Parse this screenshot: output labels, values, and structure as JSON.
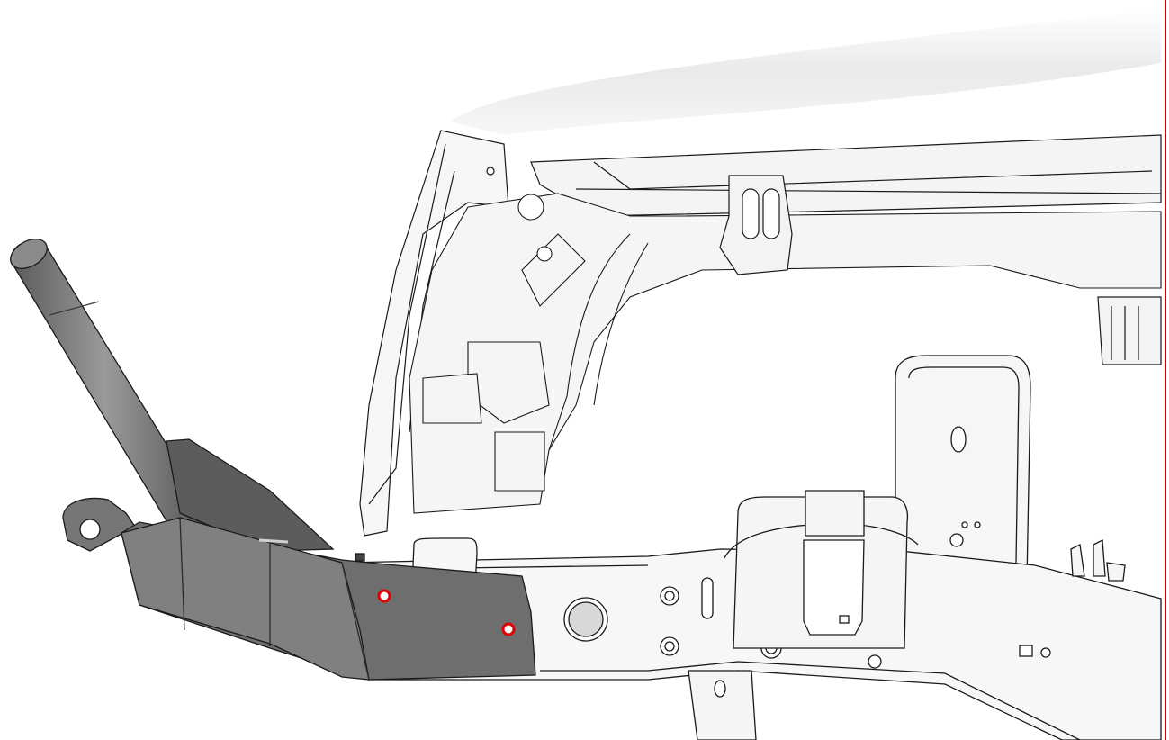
{
  "diagram": {
    "kind": "technical line illustration",
    "components": [
      "vehicle-body-fender",
      "frame-rail",
      "gray-bracket",
      "gray-tube",
      "shock-tower-mount",
      "coil-spring-perch",
      "suspension-bracket"
    ],
    "markers": [
      {
        "name": "bolt-hole-marker-1"
      },
      {
        "name": "bolt-hole-marker-2"
      }
    ]
  },
  "colors": {
    "background": "#ffffff",
    "linework": "#1a1a1a",
    "part_fill": "#f6f6f6",
    "body_shade": "#ebebeb",
    "accessory_fill": "#6e6e6e",
    "accessory_dark": "#4a4a4a",
    "marker": "#e00000",
    "edge_line": "#d40000"
  }
}
